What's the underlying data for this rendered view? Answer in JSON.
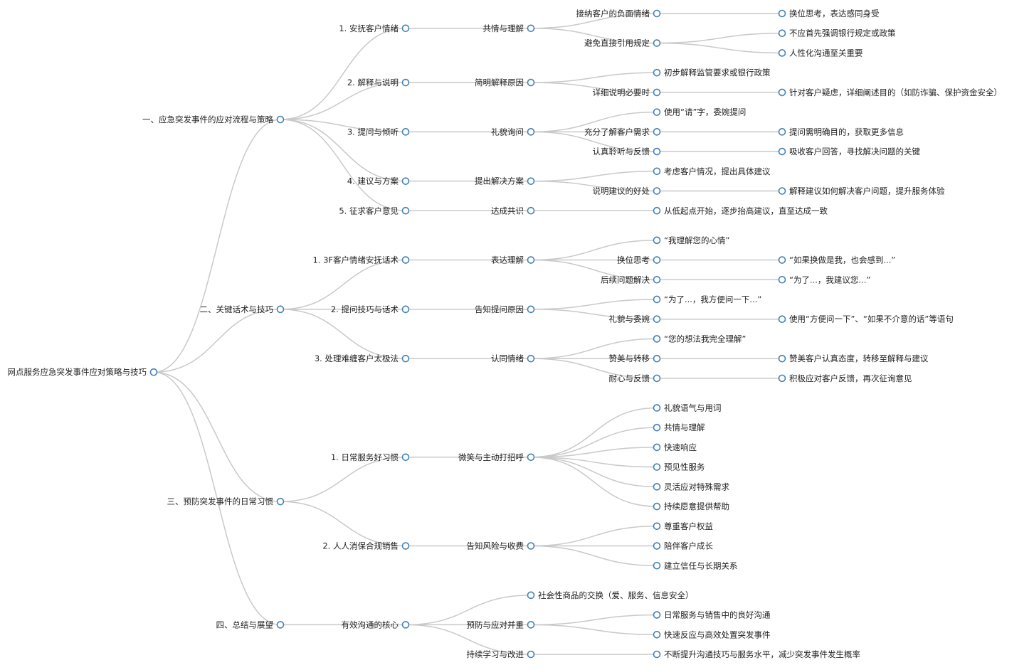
{
  "title": "网点服务应急突发事件应对策略与技巧",
  "root": {
    "label": "网点服务应急突发事件应对策略与技巧",
    "children": [
      {
        "label": "一、应急突发事件的应对流程与策略",
        "children": [
          {
            "label": "1. 安抚客户情绪",
            "children": [
              {
                "label": "共情与理解",
                "children": [
                  {
                    "label": "接纳客户的负面情绪",
                    "children": [
                      {
                        "label": "换位思考，表达感同身受"
                      }
                    ]
                  },
                  {
                    "label": "避免直接引用规定",
                    "children": [
                      {
                        "label": "不应首先强调银行规定或政策"
                      },
                      {
                        "label": "人性化沟通至关重要"
                      }
                    ]
                  }
                ]
              }
            ]
          },
          {
            "label": "2. 解释与说明",
            "children": [
              {
                "label": "简明解释原因",
                "children": [
                  {
                    "label": "初步解释监管要求或银行政策"
                  },
                  {
                    "label": "详细说明必要时",
                    "children": [
                      {
                        "label": "针对客户疑虑，详细阐述目的（如防诈骗、保护资金安全）"
                      }
                    ]
                  }
                ]
              }
            ]
          },
          {
            "label": "3. 提问与倾听",
            "children": [
              {
                "label": "礼貌询问",
                "children": [
                  {
                    "label": "使用“请”字，委婉提问"
                  },
                  {
                    "label": "充分了解客户需求",
                    "children": [
                      {
                        "label": "提问需明确目的，获取更多信息"
                      }
                    ]
                  },
                  {
                    "label": "认真聆听与反馈",
                    "children": [
                      {
                        "label": "吸收客户回答，寻找解决问题的关键"
                      }
                    ]
                  }
                ]
              }
            ]
          },
          {
            "label": "4. 建议与方案",
            "children": [
              {
                "label": "提出解决方案",
                "children": [
                  {
                    "label": "考虑客户情况，提出具体建议"
                  },
                  {
                    "label": "说明建议的好处",
                    "children": [
                      {
                        "label": "解释建议如何解决客户问题，提升服务体验"
                      }
                    ]
                  }
                ]
              }
            ]
          },
          {
            "label": "5. 征求客户意见",
            "children": [
              {
                "label": "达成共识",
                "children": [
                  {
                    "label": "从低起点开始，逐步抬高建议，直至达成一致"
                  }
                ]
              }
            ]
          }
        ]
      },
      {
        "label": "二、关键话术与技巧",
        "children": [
          {
            "label": "1. 3F客户情绪安抚话术",
            "children": [
              {
                "label": "表达理解",
                "children": [
                  {
                    "label": "“我理解您的心情”"
                  },
                  {
                    "label": "换位思考",
                    "children": [
                      {
                        "label": "“如果换做是我，也会感到...”"
                      }
                    ]
                  },
                  {
                    "label": "后续问题解决",
                    "children": [
                      {
                        "label": "“为了...，我建议您...”"
                      }
                    ]
                  }
                ]
              }
            ]
          },
          {
            "label": "2. 提问技巧与话术",
            "children": [
              {
                "label": "告知提问原因",
                "children": [
                  {
                    "label": "“为了...，我方便问一下...”"
                  },
                  {
                    "label": "礼貌与委婉",
                    "children": [
                      {
                        "label": "使用“方便问一下”、“如果不介意的话”等语句"
                      }
                    ]
                  }
                ]
              }
            ]
          },
          {
            "label": "3. 处理难缠客户太极法",
            "children": [
              {
                "label": "认同情绪",
                "children": [
                  {
                    "label": "“您的想法我完全理解”"
                  },
                  {
                    "label": "赞美与转移",
                    "children": [
                      {
                        "label": "赞美客户认真态度，转移至解释与建议"
                      }
                    ]
                  },
                  {
                    "label": "耐心与反馈",
                    "children": [
                      {
                        "label": "积极应对客户反馈，再次征询意见"
                      }
                    ]
                  }
                ]
              }
            ]
          }
        ]
      },
      {
        "label": "三、预防突发事件的日常习惯",
        "children": [
          {
            "label": "1. 日常服务好习惯",
            "children": [
              {
                "label": "微笑与主动打招呼",
                "children": [
                  {
                    "label": "礼貌语气与用词"
                  },
                  {
                    "label": "共情与理解"
                  },
                  {
                    "label": "快速响应"
                  },
                  {
                    "label": "预见性服务"
                  },
                  {
                    "label": "灵活应对特殊需求"
                  },
                  {
                    "label": "持续愿意提供帮助"
                  }
                ]
              }
            ]
          },
          {
            "label": "2. 人人消保合规销售",
            "children": [
              {
                "label": "告知风险与收费",
                "children": [
                  {
                    "label": "尊重客户权益"
                  },
                  {
                    "label": "陪伴客户成长"
                  },
                  {
                    "label": "建立信任与长期关系"
                  }
                ]
              }
            ]
          }
        ]
      },
      {
        "label": "四、总结与展望",
        "children": [
          {
            "label": "有效沟通的核心",
            "children": [
              {
                "label": "社会性商品的交换（爱、服务、信息安全）"
              },
              {
                "label": "预防与应对并重",
                "children": [
                  {
                    "label": "日常服务与销售中的良好沟通"
                  },
                  {
                    "label": "快速反应与高效处置突发事件"
                  }
                ]
              },
              {
                "label": "持续学习与改进",
                "children": [
                  {
                    "label": "不断提升沟通技巧与服务水平，减少突发事件发生概率"
                  }
                ]
              }
            ]
          }
        ]
      }
    ]
  }
}
